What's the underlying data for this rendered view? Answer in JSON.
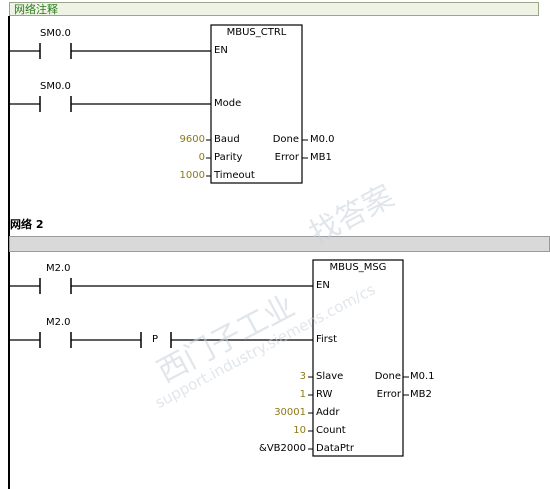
{
  "network1": {
    "comment": "网络注释",
    "contact1": "SM0.0",
    "contact2": "SM0.0",
    "block": {
      "title": "MBUS_CTRL",
      "en": "EN",
      "mode": "Mode",
      "baud_label": "Baud",
      "baud_value": "9600",
      "parity_label": "Parity",
      "parity_value": "0",
      "timeout_label": "Timeout",
      "timeout_value": "1000",
      "done_label": "Done",
      "done_value": "M0.0",
      "error_label": "Error",
      "error_value": "MB1"
    }
  },
  "network2": {
    "title": "网络 2",
    "contact1": "M2.0",
    "contact2": "M2.0",
    "pulse": "P",
    "block": {
      "title": "MBUS_MSG",
      "en": "EN",
      "first": "First",
      "slave_label": "Slave",
      "slave_value": "3",
      "rw_label": "RW",
      "rw_value": "1",
      "addr_label": "Addr",
      "addr_value": "30001",
      "count_label": "Count",
      "count_value": "10",
      "dataptr_label": "DataPtr",
      "dataptr_value": "&VB2000",
      "done_label": "Done",
      "done_value": "M0.1",
      "error_label": "Error",
      "error_value": "MB2"
    }
  },
  "watermark": {
    "line1": "西门子工业",
    "line2": "support.industry.siemens.com/cs",
    "line3": "找答案"
  },
  "colors": {
    "comment_text": "#2a7a1a",
    "constant_value": "#8b7a18",
    "network_bar": "#d9d9d9"
  }
}
